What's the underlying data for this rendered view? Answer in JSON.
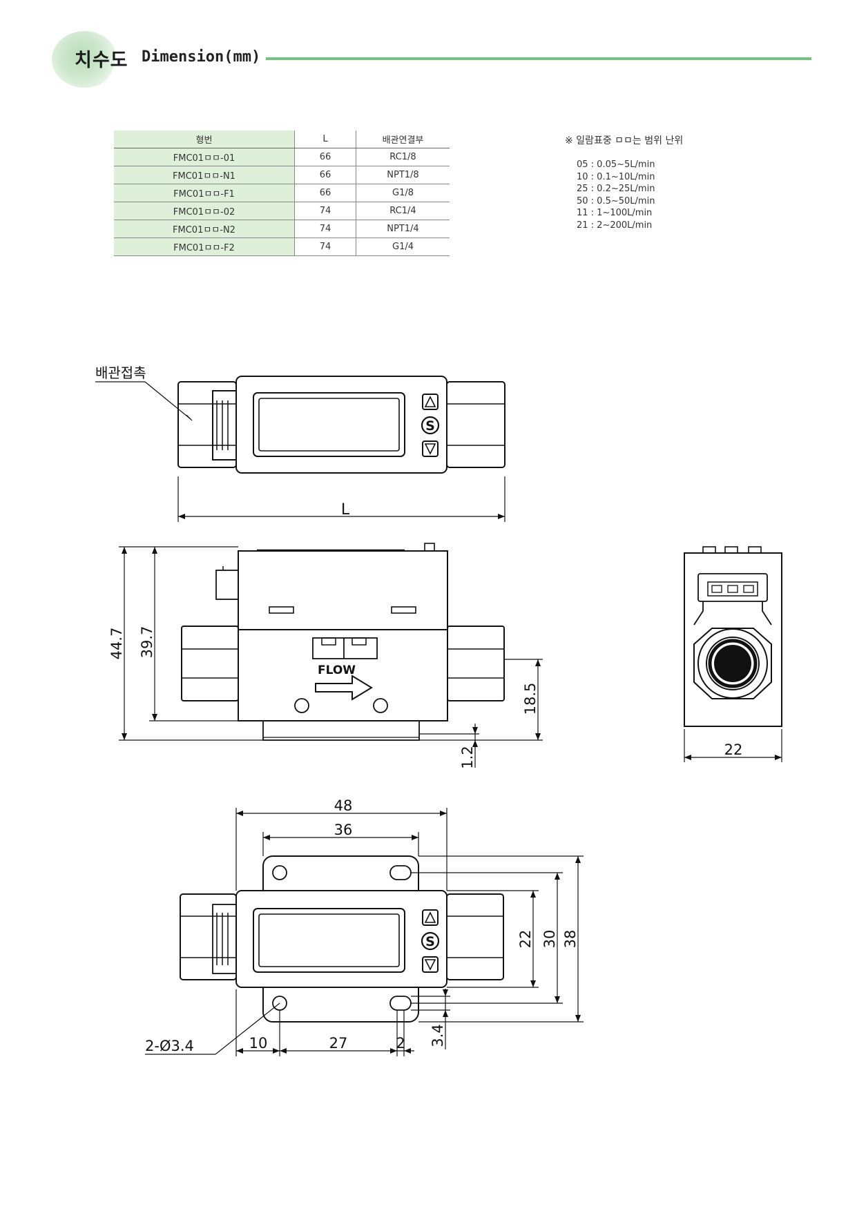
{
  "header": {
    "title_ko": "치수도",
    "title_en": "Dimension(mm)"
  },
  "table": {
    "headers": [
      "형번",
      "L",
      "배관연결부"
    ],
    "rows": [
      [
        "FMC01ㅁㅁ-01",
        "66",
        "RC1/8"
      ],
      [
        "FMC01ㅁㅁ-N1",
        "66",
        "NPT1/8"
      ],
      [
        "FMC01ㅁㅁ-F1",
        "66",
        "G1/8"
      ],
      [
        "FMC01ㅁㅁ-02",
        "74",
        "RC1/4"
      ],
      [
        "FMC01ㅁㅁ-N2",
        "74",
        "NPT1/4"
      ],
      [
        "FMC01ㅁㅁ-F2",
        "74",
        "G1/4"
      ]
    ]
  },
  "note": {
    "title": "※ 일람표중 ㅁㅁ는 범위 난위",
    "ranges": [
      "05 : 0.05~5L/min",
      "10 : 0.1~10L/min",
      "25 : 0.2~25L/min",
      "50 : 0.5~50L/min",
      "11 : 1~100L/min",
      "21 : 2~200L/min"
    ]
  },
  "drawing": {
    "pipe_label": "배관접촉",
    "length_label": "L",
    "flow_label": "FLOW",
    "btn_up": "▵",
    "btn_s": "S",
    "btn_down": "▿",
    "dims": {
      "height_total": "44.7",
      "height_body": "39.7",
      "port_height": "18.5",
      "base_plate": "1.2",
      "width_side": "22",
      "width_48": "48",
      "width_36": "36",
      "height_22": "22",
      "height_30": "30",
      "height_38": "38",
      "hole_label": "2-Ø3.4",
      "d10": "10",
      "d27": "27",
      "d2": "2",
      "d34": "3.4"
    }
  }
}
